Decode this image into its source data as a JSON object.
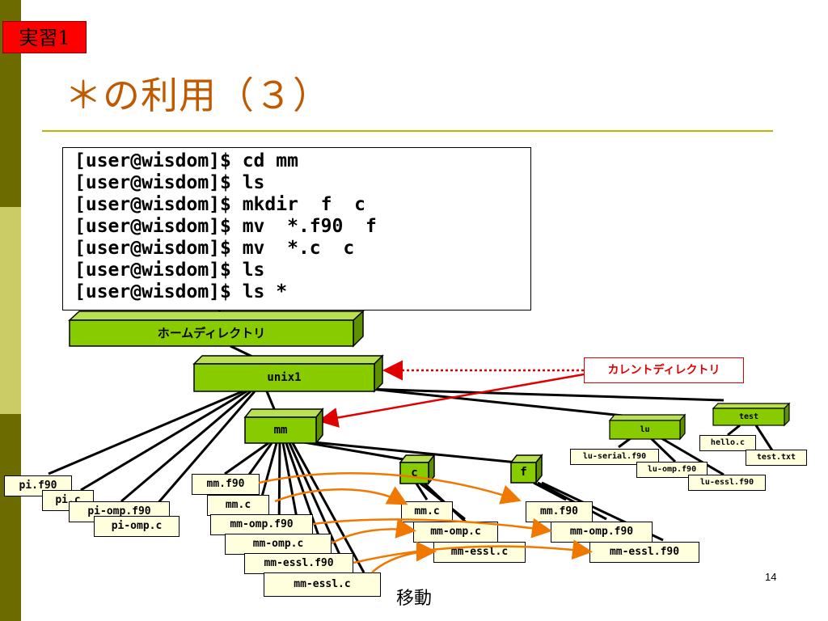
{
  "slide": {
    "badge": "実習1",
    "title": "＊の利用（３）",
    "page_number": "14",
    "caption": "移動"
  },
  "colors": {
    "sidebar_dark": "#6b6b00",
    "sidebar_light": "#cccc66",
    "title": "#c05a00",
    "rule": "#b8b800",
    "dir_face": "#88cc00",
    "file_fill": "#ffffdd",
    "arrow_orange": "#f07800",
    "arrow_red": "#e00000"
  },
  "terminal": {
    "lines": [
      "[user@wisdom]$ cd mm",
      "[user@wisdom]$ ls",
      "[user@wisdom]$ mkdir  f  c",
      "[user@wisdom]$ mv  *.f90  f",
      "[user@wisdom]$ mv  *.c  c",
      "[user@wisdom]$ ls",
      "[user@wisdom]$ ls *"
    ]
  },
  "tree": {
    "home": "ホームディレクトリ",
    "unix1": "unix1",
    "current_dir_label": "カレントディレクトリ",
    "mm": "mm",
    "c": "c",
    "f": "f",
    "lu": "lu",
    "test": "test",
    "unix1_files": [
      "pi.f90",
      "pi.c",
      "pi-omp.f90",
      "pi-omp.c"
    ],
    "mm_files": [
      "mm.f90",
      "mm.c",
      "mm-omp.f90",
      "mm-omp.c",
      "mm-essl.f90",
      "mm-essl.c"
    ],
    "c_files": [
      "mm.c",
      "mm-omp.c",
      "mm-essl.c"
    ],
    "f_files": [
      "mm.f90",
      "mm-omp.f90",
      "mm-essl.f90"
    ],
    "lu_files": [
      "lu-serial.f90",
      "lu-omp.f90",
      "lu-essl.f90"
    ],
    "test_files": [
      "hello.c",
      "test.txt"
    ]
  }
}
